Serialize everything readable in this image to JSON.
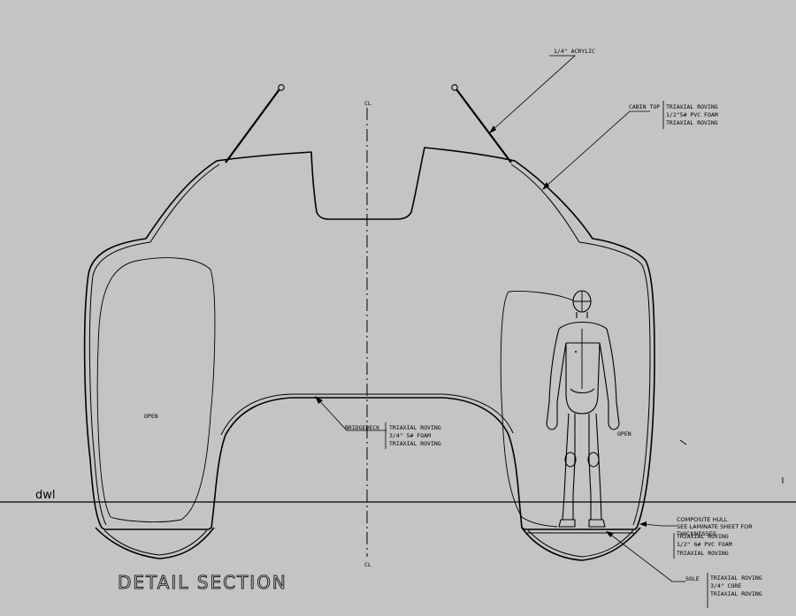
{
  "title": "DETAIL SECTION",
  "waterline": "dwl",
  "centerline": {
    "top": "CL",
    "bottom": "CL"
  },
  "labels": {
    "open_left": "OPEN",
    "open_right": "OPEN",
    "acrylic": "1/4\" ACRYLIC",
    "cabin_top": "CABIN TOP",
    "bridgedeck": "BRIDGEDECK",
    "composite_hull": [
      "COMPOSITE HULL",
      "SEE LAMINATE SHEET FOR",
      "THICKNESSES"
    ],
    "sole": "SOLE"
  },
  "laminates": {
    "cabin_top": [
      "TRIAXIAL ROVING",
      "1/2\"5# PVC FOAM",
      "TRIAXIAL ROVING"
    ],
    "bridgedeck": [
      "TRIAXIAL ROVING",
      "3/4\" 5# FOAM",
      "TRIAXIAL ROVING"
    ],
    "hull": [
      "TRIAXIAL ROVING",
      "1/2\" 6# PVC FOAM",
      "TRIAXIAL ROVING"
    ],
    "sole": [
      "TRIAXIAL ROVING",
      "3/4\" CORE",
      "TRIAXIAL ROVING"
    ]
  }
}
